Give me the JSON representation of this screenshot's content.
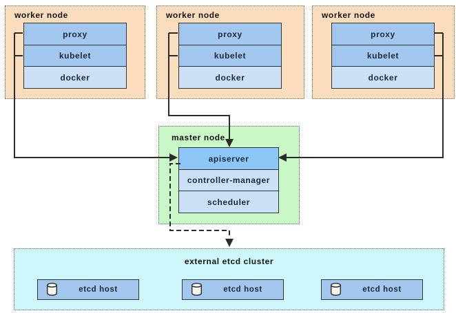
{
  "diagram": {
    "worker_nodes": [
      {
        "title": "worker node",
        "components": [
          "proxy",
          "kubelet",
          "docker"
        ]
      },
      {
        "title": "worker node",
        "components": [
          "proxy",
          "kubelet",
          "docker"
        ]
      },
      {
        "title": "worker node",
        "components": [
          "proxy",
          "kubelet",
          "docker"
        ]
      }
    ],
    "master_node": {
      "title": "master node",
      "components": [
        "apiserver",
        "controller-manager",
        "scheduler"
      ]
    },
    "etcd_cluster": {
      "title": "external etcd cluster",
      "hosts": [
        "etcd host",
        "etcd host",
        "etcd host"
      ]
    },
    "icons": {
      "database": "database-cylinder-icon"
    },
    "colors": {
      "worker_fill": "#FADDBD",
      "master_fill": "#C9F7C5",
      "etcd_fill": "#CDF7FA",
      "component_medium_blue": "#A2C7EE",
      "component_highlight_blue": "#8CC6F6",
      "component_light_blue": "#CBDFF7",
      "box_border": "#333333",
      "connector": "#2B2B2B"
    }
  }
}
